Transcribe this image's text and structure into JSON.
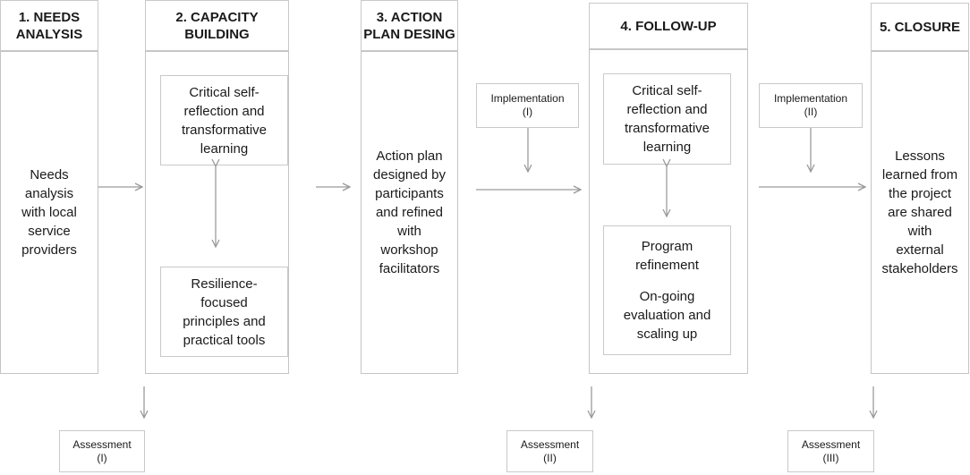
{
  "stages": [
    {
      "title_line1": "1. NEEDS",
      "title_line2": "ANALYSIS",
      "body": [
        "Needs",
        "analysis",
        "with local",
        "service",
        "providers"
      ]
    },
    {
      "title_line1": "2. CAPACITY",
      "title_line2": "BUILDING"
    },
    {
      "title_line1": "3. ACTION",
      "title_line2": "PLAN DESING",
      "body": [
        "Action plan",
        "designed by",
        "participants",
        "and refined",
        "with",
        "workshop",
        "facilitators"
      ]
    },
    {
      "title_line1": "4. FOLLOW-UP"
    },
    {
      "title_line1": "5. CLOSURE",
      "body": [
        "Lessons",
        "learned from",
        "the project",
        "are shared",
        "with",
        "external",
        "stakeholders"
      ]
    }
  ],
  "capacity_building": {
    "top_box": [
      "Critical self-",
      "reflection and",
      "transformative",
      "learning"
    ],
    "bottom_box": [
      "Resilience-",
      "focused",
      "principles and",
      "practical tools"
    ]
  },
  "follow_up": {
    "top_box": [
      "Critical self-",
      "reflection and",
      "transformative",
      "learning"
    ],
    "bottom_box_line1": "Program",
    "bottom_box_line2": "refinement",
    "bottom_box_line3": "On-going",
    "bottom_box_line4": "evaluation and",
    "bottom_box_line5": "scaling up"
  },
  "implementation": [
    {
      "line1": "Implementation",
      "line2": "(I)"
    },
    {
      "line1": "Implementation",
      "line2": "(II)"
    }
  ],
  "assessment": [
    {
      "line1": "Assessment",
      "line2": "(I)"
    },
    {
      "line1": "Assessment",
      "line2": "(II)"
    },
    {
      "line1": "Assessment",
      "line2": "(III)"
    }
  ],
  "colors": {
    "border": "#c9c9c9",
    "arrow": "#9a9a9a",
    "text": "#1a1a1a"
  }
}
